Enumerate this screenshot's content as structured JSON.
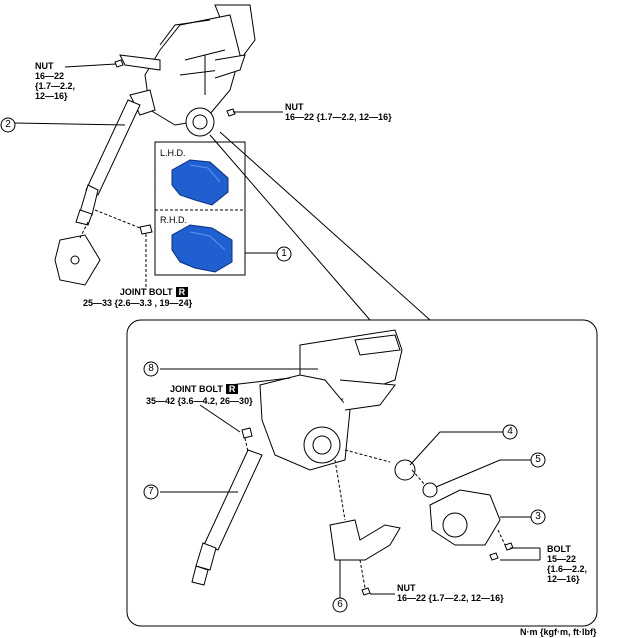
{
  "callouts": [
    "1",
    "2",
    "3",
    "4",
    "5",
    "6",
    "7",
    "8"
  ],
  "labels": {
    "nut_top_left": [
      "NUT",
      "16—22",
      "{1.7—2.2,",
      "12—16}"
    ],
    "nut_top_right": [
      "NUT",
      "16—22 {1.7—2.2, 12—16}"
    ],
    "joint_bolt_upper": {
      "title": "JOINT BOLT",
      "badge": "R",
      "torque": "25—33 {2.6—3.3 , 19—24}"
    },
    "joint_bolt_lower": {
      "title": "JOINT BOLT",
      "badge": "R",
      "torque": "35—42 {3.6—4.2, 26—30}"
    },
    "bolt": [
      "BOLT",
      "15—22",
      "{1.6—2.2,",
      "12—16}"
    ],
    "nut_bottom": [
      "NUT",
      "16—22 {1.7—2.2, 12—16}"
    ],
    "lhd": "L.H.D.",
    "rhd": "R.H.D.",
    "units": "N·m {kgf·m, ft·lbf}"
  },
  "colors": {
    "cover_blue": "#1f5fd0",
    "cover_light": "#5a95f0"
  }
}
